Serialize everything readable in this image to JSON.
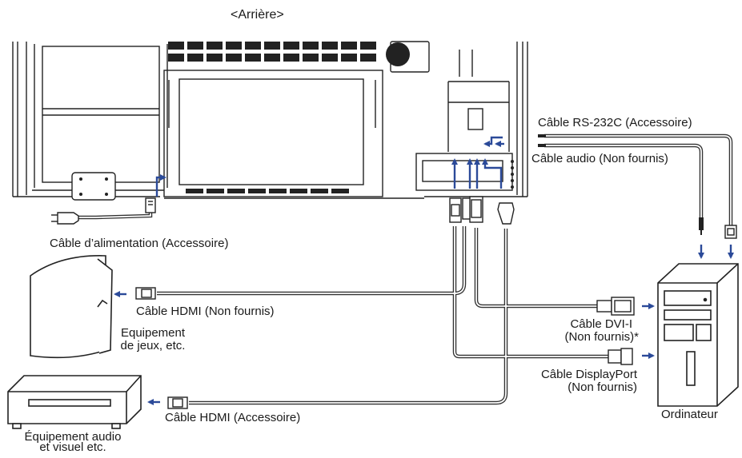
{
  "title": "<Arrière>",
  "labels": {
    "rs232c": "Câble RS-232C (Accessoire)",
    "audio": "Câble audio (Non fournis)",
    "power": "Câble d’alimentation (Accessoire)",
    "hdmi_nf": "Câble HDMI (Non fournis)",
    "game_l1": "Equipement",
    "game_l2": "de jeux, etc.",
    "dvi_l1": "Câble DVI-I",
    "dvi_l2": "(Non fournis)*",
    "dp_l1": "Câble DisplayPort",
    "dp_l2": "(Non fournis)",
    "hdmi_acc": "Câble HDMI (Accessoire)",
    "pc": "Ordinateur",
    "av_l1": "Équipement audio",
    "av_l2": "et visuel etc."
  },
  "colors": {
    "arrow": "#2b4a99",
    "line": "#222222",
    "cable": "#333333"
  },
  "icons": [
    "game-console-icon",
    "av-player-icon",
    "computer-tower-icon",
    "hdmi-plug-icon",
    "dvi-plug-icon",
    "displayport-plug-icon",
    "power-plug-icon",
    "rs232c-plug-icon",
    "audio-jack-icon"
  ]
}
